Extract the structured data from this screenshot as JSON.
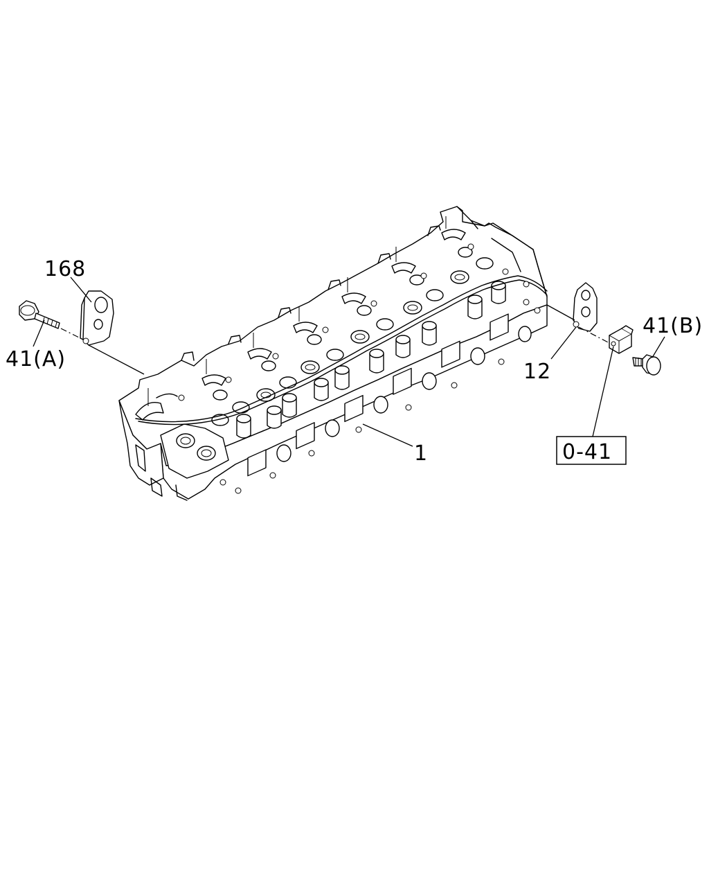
{
  "callouts": {
    "part_168": "168",
    "part_41a": "41(A)",
    "part_12": "12",
    "part_41b": "41(B)",
    "part_1": "1",
    "ref_box": "0-41"
  }
}
